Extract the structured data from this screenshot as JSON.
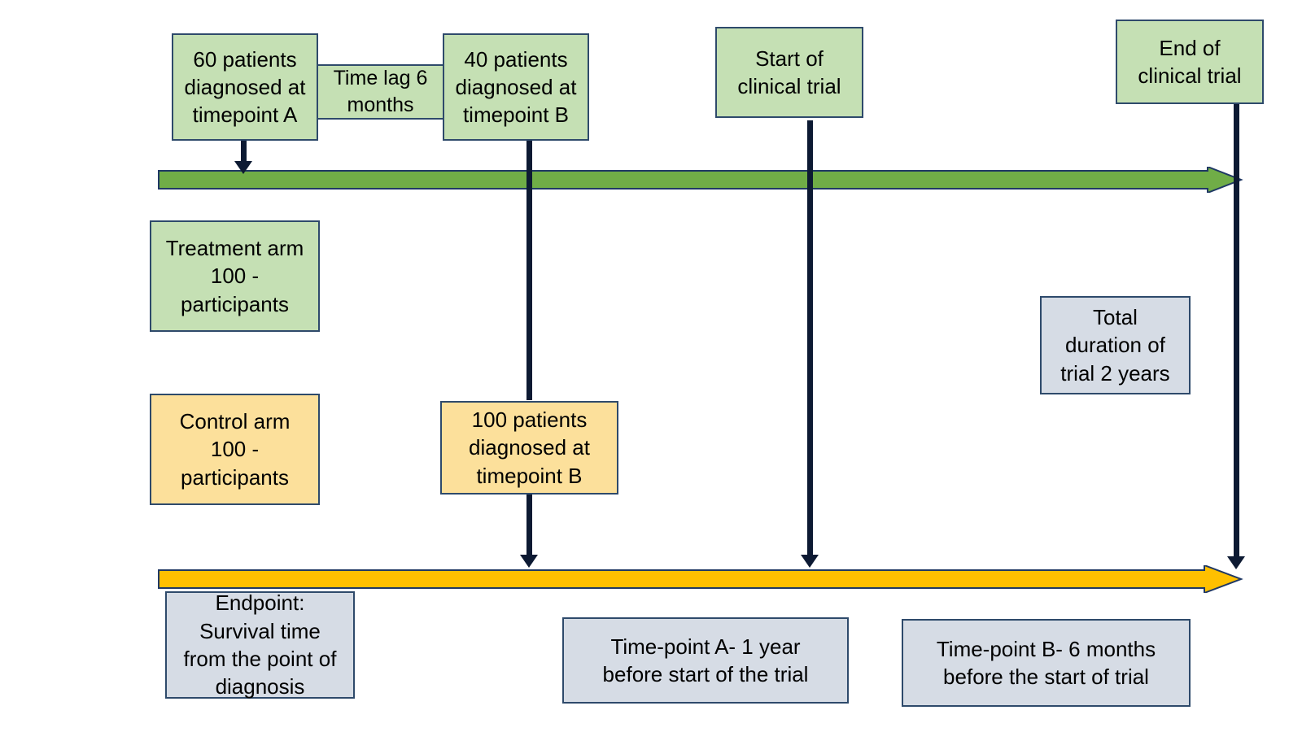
{
  "diagram": {
    "title": "Clinical trial timeline diagram",
    "colors": {
      "green_fill": "#C5E0B4",
      "yellow_fill": "#FCE09B",
      "grey_fill": "#D6DCE5",
      "box_border": "#2E4A6B",
      "green_arrow": "#70AD47",
      "orange_arrow": "#FFC000",
      "connector_line": "#0D1A33",
      "background": "#FFFFFF"
    },
    "boxes": {
      "diagnosed_a": "60 patients\ndiagnosed at\ntimepoint A",
      "time_lag": "Time lag 6\nmonths",
      "diagnosed_b": "40 patients\ndiagnosed at\ntimepoint B",
      "trial_start": "Start of\nclinical trial",
      "trial_end": "End of\nclinical trial",
      "treatment_arm": "Treatment arm\n100 -\nparticipants",
      "control_arm": "Control arm\n100 -\nparticipants",
      "diagnosed_b_control": "100 patients\ndiagnosed at\ntimepoint B",
      "total_duration": "Total\nduration of\ntrial 2 years",
      "endpoint": "Endpoint:\nSurvival time\nfrom the point of\ndiagnosis",
      "timepoint_a_note": "Time-point A- 1 year\nbefore start of the trial",
      "timepoint_b_note": "Time-point B- 6 months\nbefore the start of trial"
    },
    "timelines": {
      "treatment_arm_timeline": "treatment arm timeline (green block arrow)",
      "control_arm_timeline": "control arm timeline (orange block arrow)"
    }
  }
}
